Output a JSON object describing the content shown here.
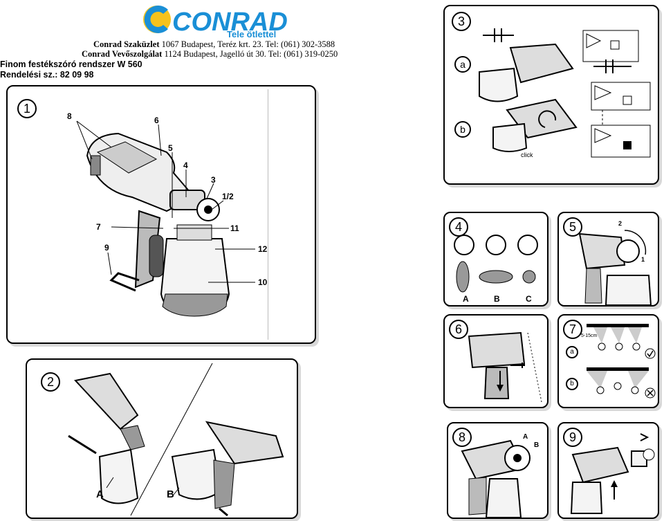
{
  "header": {
    "logo_text": "CONRAD",
    "tagline": "Tele ötlettel",
    "line1_bold": "Conrad Szaküzlet",
    "line1_rest": " 1067 Budapest, Teréz krt. 23. Tel: (061) 302-3588",
    "line2_bold": "Conrad Vevőszolgálat",
    "line2_rest": " 1124 Budapest, Jagelló út 30. Tel: (061) 319-0250"
  },
  "product": {
    "title": "Finom festékszóró rendszer W 560",
    "order": "Rendelési  sz.: 82 09 98"
  },
  "figures": {
    "fig1": {
      "badge": "1",
      "callouts": [
        "8",
        "6",
        "5",
        "4",
        "3",
        "1/2",
        "7",
        "11",
        "9",
        "12",
        "10"
      ]
    },
    "fig2": {
      "badge": "2",
      "labels": [
        "A",
        "B"
      ]
    },
    "fig3": {
      "badge": "3",
      "labels": [
        "a",
        "b"
      ],
      "click": "click"
    },
    "fig4": {
      "badge": "4",
      "labels": [
        "A",
        "B",
        "C"
      ]
    },
    "fig5": {
      "badge": "5",
      "labels": [
        "2",
        "1"
      ]
    },
    "fig6": {
      "badge": "6"
    },
    "fig7": {
      "badge": "7",
      "labels": [
        "a",
        "b"
      ],
      "distance": "5-15cm"
    },
    "fig8": {
      "badge": "8",
      "labels": [
        "A",
        "B"
      ]
    },
    "fig9": {
      "badge": "9"
    }
  },
  "colors": {
    "logo_blue": "#1a8fd6",
    "logo_yellow": "#f7c21c",
    "border": "#000000"
  }
}
